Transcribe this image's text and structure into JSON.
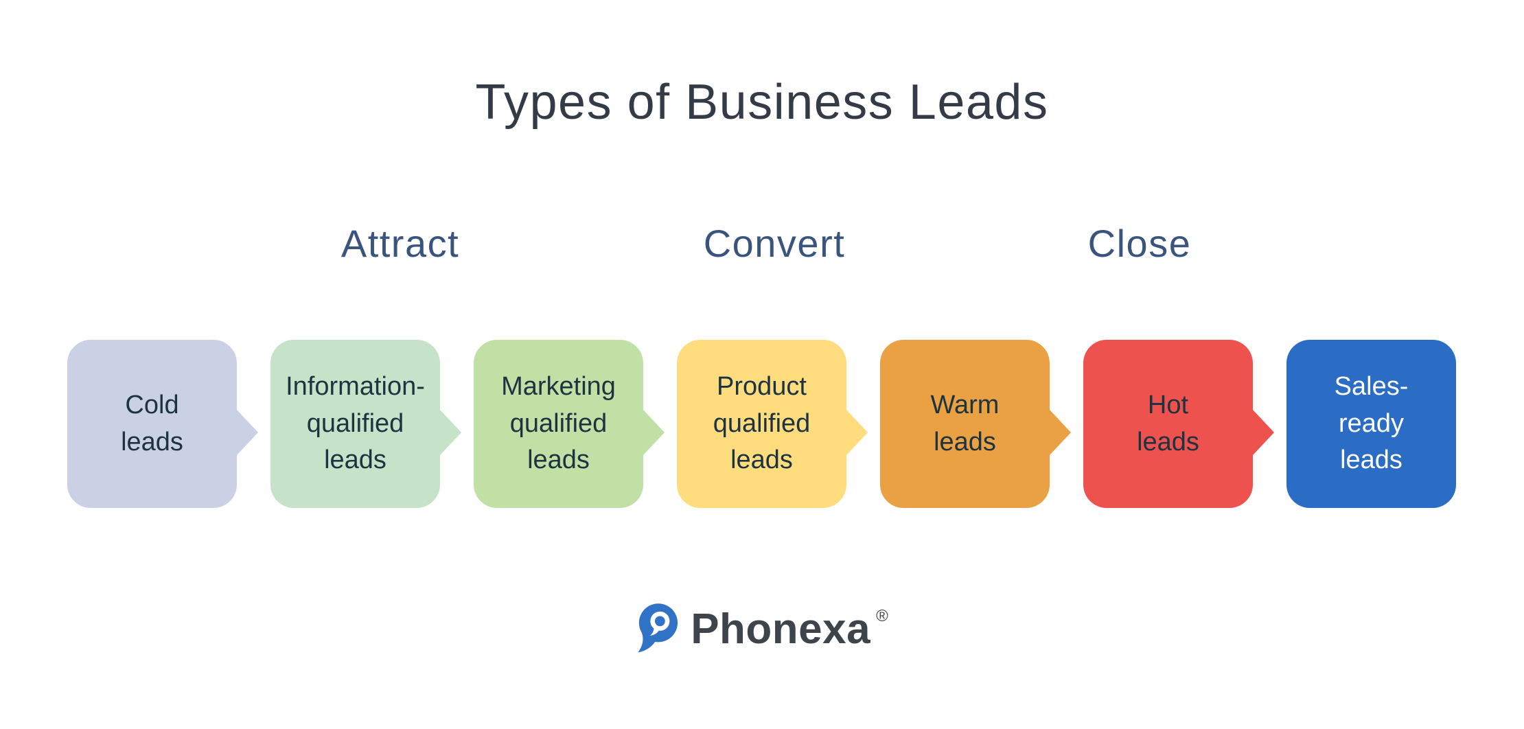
{
  "title": "Types of Business Leads",
  "title_color": "#333b46",
  "stage_label_color": "#3a557d",
  "stages": [
    {
      "label": "Attract"
    },
    {
      "label": "Convert"
    },
    {
      "label": "Close"
    }
  ],
  "boxes": [
    {
      "name": "cold-leads",
      "lines": [
        "Cold",
        "leads"
      ],
      "bg": "#cad1e4",
      "text": "#1d3340",
      "arrow": true
    },
    {
      "name": "information-qualified-leads",
      "lines": [
        "Information-",
        "qualified",
        "leads"
      ],
      "bg": "#c6e3c9",
      "text": "#1d3340",
      "arrow": true
    },
    {
      "name": "marketing-qualified-leads",
      "lines": [
        "Marketing",
        "qualified",
        "leads"
      ],
      "bg": "#c1e0a5",
      "text": "#1d3340",
      "arrow": true
    },
    {
      "name": "product-qualified-leads",
      "lines": [
        "Product",
        "qualified",
        "leads"
      ],
      "bg": "#ffdc7d",
      "text": "#1d3340",
      "arrow": true
    },
    {
      "name": "warm-leads",
      "lines": [
        "Warm",
        "leads"
      ],
      "bg": "#eaa143",
      "text": "#1d3340",
      "arrow": true
    },
    {
      "name": "hot-leads",
      "lines": [
        "Hot",
        "leads"
      ],
      "bg": "#ee524f",
      "text": "#1d3340",
      "arrow": true
    },
    {
      "name": "sales-ready-leads",
      "lines": [
        "Sales-",
        "ready",
        "leads"
      ],
      "bg": "#2b6dc5",
      "text": "#ffffff",
      "arrow": false
    }
  ],
  "logo": {
    "brand": "Phonexa",
    "registered": "®",
    "mark_color": "#2f72c6",
    "text_color": "#3d444b"
  }
}
